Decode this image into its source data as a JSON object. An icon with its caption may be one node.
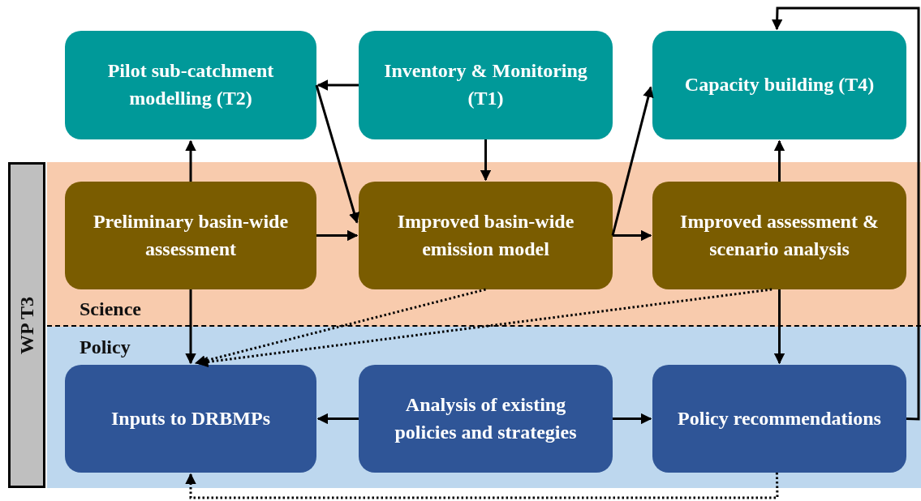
{
  "diagram": {
    "nodes": [
      {
        "text": [
          "Pilot sub-catchment modelling (T2)"
        ]
      },
      {
        "text": [
          "Inventory & Monitoring (T1)"
        ]
      },
      {
        "text": [
          "Capacity building (T4)"
        ]
      },
      {
        "text": [
          "WP T3"
        ]
      },
      {
        "text": [
          "Science"
        ]
      },
      {
        "text": [
          "Preliminary basin-wide assessment"
        ],
        "in": 4
      },
      {
        "text": [
          "Improved basin-wide emission model"
        ],
        "in": 4
      },
      {
        "text": [
          "Improved assessment & scenario analysis"
        ],
        "in": 4
      },
      {
        "text": [
          "Policy"
        ]
      },
      {
        "text": [
          "Inputs to DRBMPs"
        ],
        "in": 8
      },
      {
        "text": [
          "Analysis of existing policies and strategies"
        ],
        "in": 8
      },
      {
        "text": [
          "Policy recommendations"
        ],
        "in": 8
      }
    ],
    "edges": [
      {
        "from": 1,
        "to": 0,
        "arrow": "to"
      },
      {
        "from": 1,
        "to": 6,
        "arrow": "to"
      },
      {
        "from": 0,
        "to": 6,
        "arrow": "to"
      },
      {
        "from": 5,
        "to": 0,
        "arrow": "to"
      },
      {
        "from": 5,
        "to": 6,
        "arrow": "to"
      },
      {
        "from": 6,
        "to": 7,
        "arrow": "to"
      },
      {
        "from": 6,
        "to": 2,
        "arrow": "to"
      },
      {
        "from": 7,
        "to": 2,
        "arrow": "to"
      },
      {
        "from": 5,
        "to": 9,
        "arrow": "to"
      },
      {
        "from": 6,
        "to": 9,
        "arrow": "to",
        "style": "dashed"
      },
      {
        "from": 7,
        "to": 9,
        "arrow": "to",
        "style": "dashed"
      },
      {
        "from": 7,
        "to": 11,
        "arrow": "to"
      },
      {
        "from": 10,
        "to": 9,
        "arrow": "to"
      },
      {
        "from": 10,
        "to": 11,
        "arrow": "to"
      },
      {
        "from": 11,
        "to": 2,
        "arrow": "to"
      },
      {
        "from": 11,
        "to": 9,
        "arrow": "to",
        "style": "dashed"
      }
    ]
  }
}
